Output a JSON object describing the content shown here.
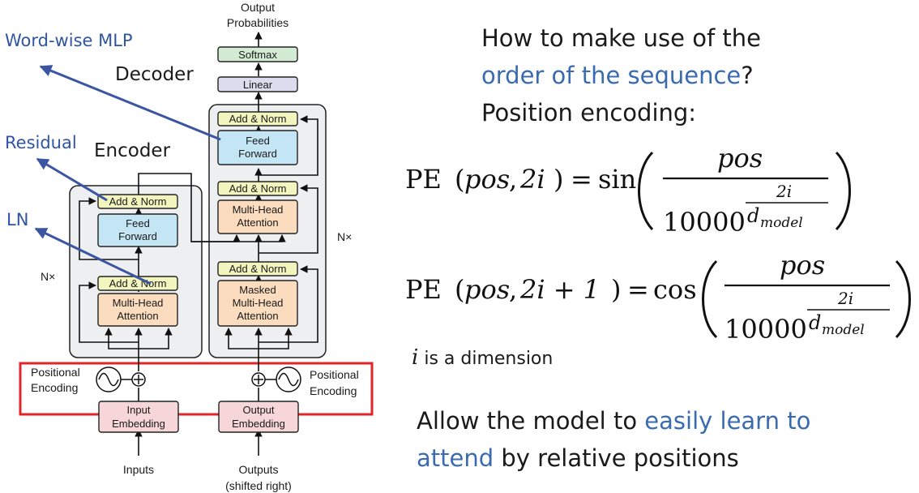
{
  "diagram": {
    "output_probabilities": [
      "Output",
      "Probabilities"
    ],
    "softmax": "Softmax",
    "linear": "Linear",
    "add_norm": "Add & Norm",
    "feed_forward": [
      "Feed",
      "Forward"
    ],
    "multi_head_attention": [
      "Multi-Head",
      "Attention"
    ],
    "masked_attention": [
      "Masked",
      "Multi-Head",
      "Attention"
    ],
    "input_embedding": [
      "Input",
      "Embedding"
    ],
    "output_embedding": [
      "Output",
      "Embedding"
    ],
    "positional_encoding": [
      "Positional",
      "Encoding"
    ],
    "inputs": "Inputs",
    "outputs": [
      "Outputs",
      "(shifted right)"
    ],
    "nx": "N×",
    "encoder": "Encoder",
    "decoder": "Decoder"
  },
  "annotations": {
    "wordwise_mlp": "Word-wise MLP",
    "residual": "Residual",
    "ln": "LN"
  },
  "slide": {
    "question_line1": "How to make use of the",
    "question_highlight": "order of the sequence",
    "question_end": "?",
    "position_encoding": "Position encoding:",
    "dim_var": "i",
    "dim_text": "is a dimension",
    "allow_prefix": "Allow the model to ",
    "allow_highlight1": "easily learn to",
    "allow_highlight2": "attend",
    "allow_suffix": " by relative positions"
  },
  "formulas": {
    "pe": "PE",
    "pos": "pos",
    "two_i": "2i",
    "two_i_plus": "2i + 1",
    "sin": "sin",
    "cos": "cos",
    "base": "10000",
    "d": "d",
    "model": "model",
    "equals": "=",
    "comma": ","
  },
  "colors": {
    "accent": "#3a6bb0",
    "arrow_blue": "#3c55a3",
    "highlight_red": "#e0262a",
    "add_norm_fill": "#f3f5bf",
    "feed_forward_fill": "#c4e5f3",
    "attention_fill": "#fbdcbf",
    "embedding_fill": "#f6d6d9",
    "softmax_fill": "#d2ebd2",
    "linear_fill": "#dcdcef",
    "block_fill": "#eeeff1"
  }
}
